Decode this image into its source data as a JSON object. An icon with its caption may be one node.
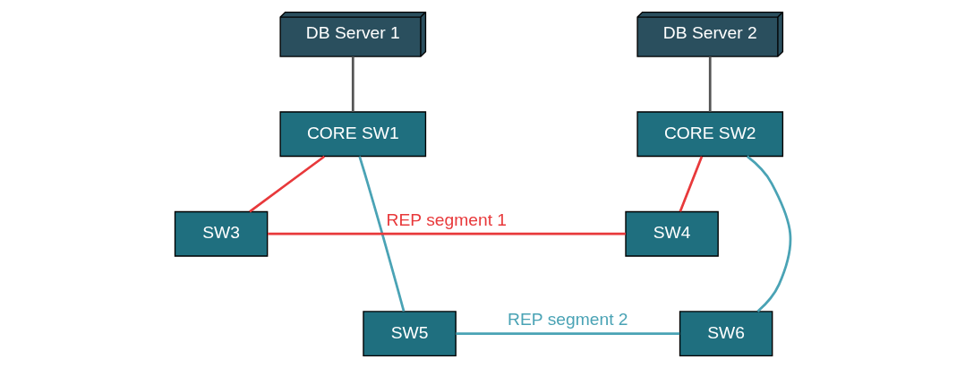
{
  "diagram": {
    "nodes": [
      {
        "text": [
          "DB Server 1"
        ]
      },
      {
        "text": [
          "DB Server 2"
        ]
      },
      {
        "text": [
          "CORE SW1"
        ]
      },
      {
        "text": [
          "CORE SW2"
        ]
      },
      {
        "text": [
          "SW3"
        ]
      },
      {
        "text": [
          "SW4"
        ]
      },
      {
        "text": [
          "SW5"
        ]
      },
      {
        "text": [
          "SW6"
        ]
      }
    ],
    "edges": [
      {
        "from": 0,
        "to": 2,
        "arrow": "none",
        "color": "#555555"
      },
      {
        "from": 1,
        "to": 3,
        "arrow": "none",
        "color": "#555555"
      },
      {
        "from": 2,
        "to": 4,
        "arrow": "none",
        "color": "#e8393b"
      },
      {
        "from": 4,
        "to": 5,
        "arrow": "none",
        "label": "REP segment 1",
        "color": "#e8393b"
      },
      {
        "from": 5,
        "to": 3,
        "arrow": "none",
        "color": "#e8393b"
      },
      {
        "from": 2,
        "to": 6,
        "arrow": "none",
        "color": "#4aa3b5"
      },
      {
        "from": 6,
        "to": 7,
        "arrow": "none",
        "label": "REP segment 2",
        "color": "#4aa3b5"
      },
      {
        "from": 7,
        "to": 3,
        "arrow": "none",
        "color": "#4aa3b5"
      }
    ]
  }
}
